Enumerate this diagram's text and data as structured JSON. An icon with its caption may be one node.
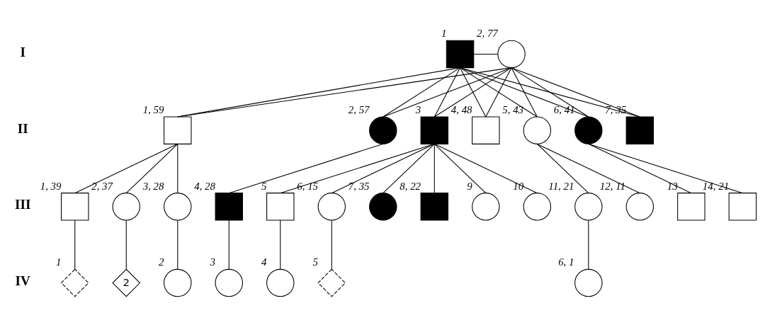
{
  "diagram": {
    "nodes": [
      {
        "text": [],
        "shape": "box",
        "beside": [
          "1"
        ]
      },
      {
        "text": [],
        "shape": "circle",
        "beside": [
          "2, 77"
        ]
      },
      {
        "text": [],
        "shape": "box",
        "beside": [
          "1, 59"
        ]
      },
      {
        "text": [],
        "shape": "circle",
        "beside": [
          "2, 57"
        ]
      },
      {
        "text": [],
        "shape": "box",
        "beside": [
          "3"
        ]
      },
      {
        "text": [],
        "shape": "box",
        "beside": [
          "4, 48"
        ]
      },
      {
        "text": [],
        "shape": "circle",
        "beside": [
          "5, 43"
        ]
      },
      {
        "text": [],
        "shape": "circle",
        "beside": [
          "6, 41"
        ]
      },
      {
        "text": [],
        "shape": "box",
        "beside": [
          "7, 35"
        ]
      },
      {
        "text": [],
        "shape": "box",
        "beside": [
          "1, 39"
        ]
      },
      {
        "text": [],
        "shape": "circle",
        "beside": [
          "2, 37"
        ]
      },
      {
        "text": [],
        "shape": "circle",
        "beside": [
          "3, 28"
        ]
      },
      {
        "text": [],
        "shape": "box",
        "beside": [
          "4, 28"
        ]
      },
      {
        "text": [],
        "shape": "box",
        "beside": [
          "5"
        ]
      },
      {
        "text": [],
        "shape": "circle",
        "beside": [
          "6, 15"
        ]
      },
      {
        "text": [],
        "shape": "circle",
        "beside": [
          "7, 35"
        ]
      },
      {
        "text": [],
        "shape": "box",
        "beside": [
          "8, 22"
        ]
      },
      {
        "text": [],
        "shape": "circle",
        "beside": [
          "9"
        ]
      },
      {
        "text": [],
        "shape": "circle",
        "beside": [
          "10"
        ]
      },
      {
        "text": [],
        "shape": "circle",
        "beside": [
          "11, 21"
        ]
      },
      {
        "text": [],
        "shape": "circle",
        "beside": [
          "12, 11"
        ]
      },
      {
        "text": [],
        "shape": "box",
        "beside": [
          "13"
        ]
      },
      {
        "text": [],
        "shape": "box",
        "beside": [
          "14, 21"
        ]
      },
      {
        "text": [],
        "shape": "diamond",
        "beside": [
          "1"
        ]
      },
      {
        "text": [
          "2"
        ]
      },
      {
        "text": [],
        "shape": "circle",
        "beside": [
          "2"
        ]
      },
      {
        "text": [],
        "shape": "circle",
        "beside": [
          "3"
        ]
      },
      {
        "text": [],
        "shape": "circle",
        "beside": [
          "4"
        ]
      },
      {
        "text": [],
        "shape": "diamond",
        "beside": [
          "5"
        ]
      },
      {
        "text": [],
        "shape": "circle",
        "beside": [
          "6, 1"
        ]
      }
    ],
    "edges": [
      {
        "from": 0,
        "to": 1,
        "arrow": "none"
      },
      {
        "from": 0,
        "to": 2,
        "arrow": "none"
      },
      {
        "from": 1,
        "to": 2,
        "arrow": "none"
      },
      {
        "from": 0,
        "to": 3,
        "arrow": "none"
      },
      {
        "from": 1,
        "to": 3,
        "arrow": "none"
      },
      {
        "from": 0,
        "to": 4,
        "arrow": "none"
      },
      {
        "from": 1,
        "to": 4,
        "arrow": "none"
      },
      {
        "from": 0,
        "to": 5,
        "arrow": "none"
      },
      {
        "from": 1,
        "to": 5,
        "arrow": "none"
      },
      {
        "from": 0,
        "to": 6,
        "arrow": "none"
      },
      {
        "from": 1,
        "to": 6,
        "arrow": "none"
      },
      {
        "from": 0,
        "to": 7,
        "arrow": "none"
      },
      {
        "from": 1,
        "to": 7,
        "arrow": "none"
      },
      {
        "from": 0,
        "to": 8,
        "arrow": "none"
      },
      {
        "from": 1,
        "to": 8,
        "arrow": "none"
      },
      {
        "from": 2,
        "to": 9,
        "arrow": "none"
      },
      {
        "from": 2,
        "to": 10,
        "arrow": "none"
      },
      {
        "from": 2,
        "to": 11,
        "arrow": "none"
      },
      {
        "from": 3,
        "to": 12,
        "arrow": "none"
      },
      {
        "from": 4,
        "to": 13,
        "arrow": "none"
      },
      {
        "from": 4,
        "to": 14,
        "arrow": "none"
      },
      {
        "from": 4,
        "to": 15,
        "arrow": "none"
      },
      {
        "from": 4,
        "to": 16,
        "arrow": "none"
      },
      {
        "from": 4,
        "to": 17,
        "arrow": "none"
      },
      {
        "from": 4,
        "to": 18,
        "arrow": "none"
      },
      {
        "from": 6,
        "to": 19,
        "arrow": "none"
      },
      {
        "from": 6,
        "to": 20,
        "arrow": "none"
      },
      {
        "from": 7,
        "to": 21,
        "arrow": "none"
      },
      {
        "from": 7,
        "to": 22,
        "arrow": "none"
      },
      {
        "from": 9,
        "to": 23,
        "arrow": "none"
      },
      {
        "from": 10,
        "to": 24,
        "arrow": "none"
      },
      {
        "from": 11,
        "to": 25,
        "arrow": "none"
      },
      {
        "from": 12,
        "to": 26,
        "arrow": "none"
      },
      {
        "from": 13,
        "to": 27,
        "arrow": "none"
      },
      {
        "from": 14,
        "to": 28,
        "arrow": "none"
      },
      {
        "from": 19,
        "to": 29,
        "arrow": "none"
      }
    ],
    "labels": [
      "I",
      "II",
      "III",
      "IV"
    ]
  }
}
